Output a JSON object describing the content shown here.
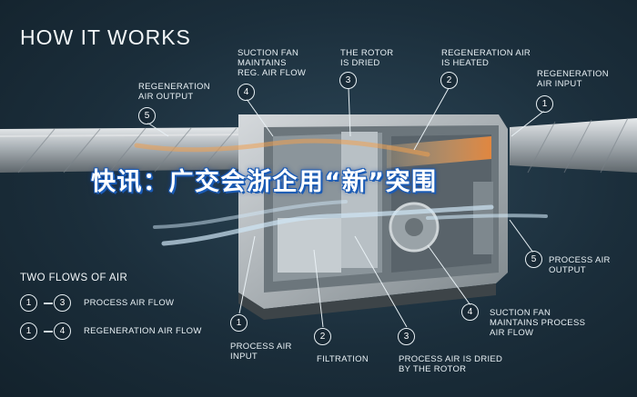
{
  "title": "HOW IT WORKS",
  "headline": "快讯：广交会浙企用“新”突围",
  "callouts": [
    {
      "num": "5",
      "text": "REGENERATION\nAIR OUTPUT"
    },
    {
      "num": "4",
      "text": "SUCTION FAN\nMAINTAINS\nREG. AIR FLOW"
    },
    {
      "num": "3",
      "text": "THE ROTOR\nIS DRIED"
    },
    {
      "num": "2",
      "text": "REGENERATION AIR\nIS HEATED"
    },
    {
      "num": "1",
      "text": "REGENERATION\nAIR INPUT"
    },
    {
      "num": "1",
      "text": "PROCESS AIR\nINPUT"
    },
    {
      "num": "2",
      "text": "FILTRATION"
    },
    {
      "num": "3",
      "text": "PROCESS AIR IS DRIED\nBY THE ROTOR"
    },
    {
      "num": "4",
      "text": "SUCTION FAN\nMAINTAINS PROCESS\nAIR FLOW"
    },
    {
      "num": "5",
      "text": "PROCESS AIR\nOUTPUT"
    }
  ],
  "legend": {
    "title": "TWO FLOWS OF AIR",
    "rows": [
      {
        "from": "1",
        "to": "3",
        "label": "PROCESS AIR FLOW"
      },
      {
        "from": "1",
        "to": "4",
        "label": "REGENERATION AIR FLOW"
      }
    ]
  },
  "colors": {
    "background": "#1b2e3b",
    "hot_air": "#f0a050",
    "process_air": "#cfe6f5",
    "headline_outline": "#1a5bb5"
  }
}
